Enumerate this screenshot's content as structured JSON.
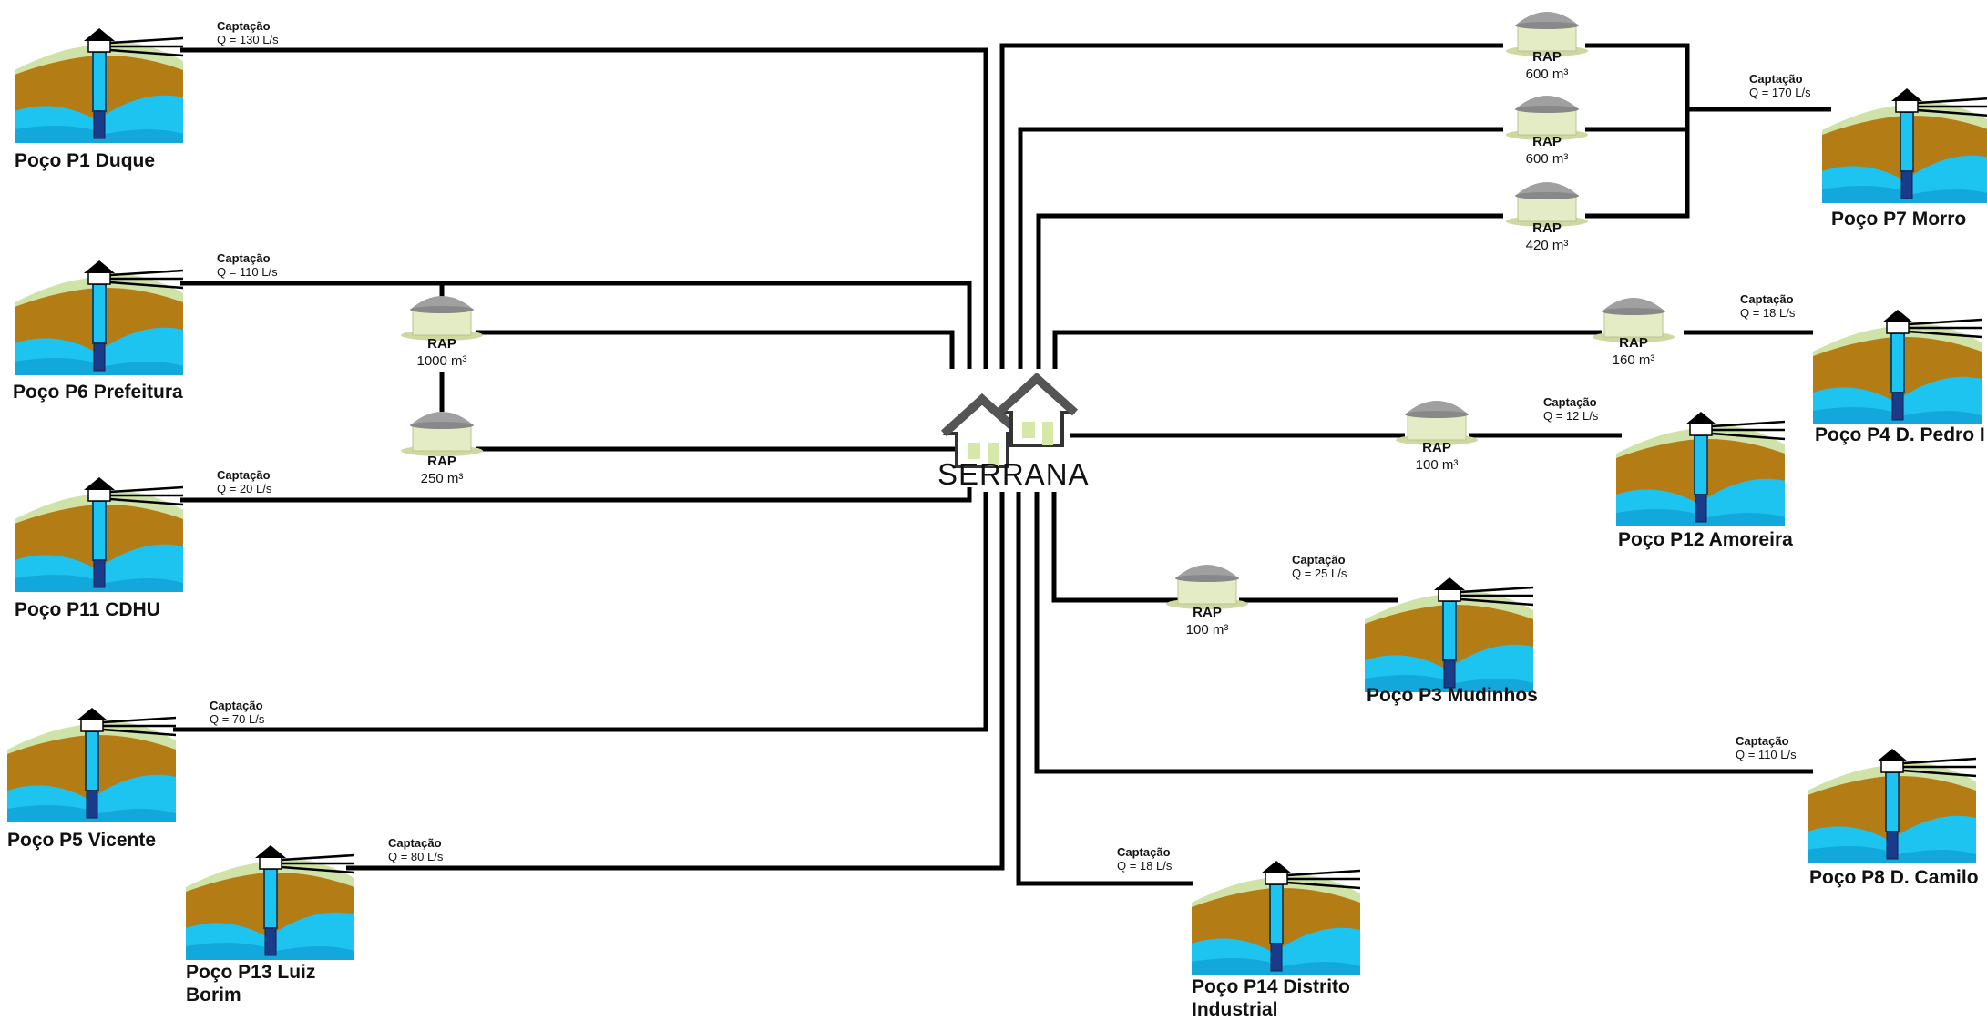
{
  "city": "SERRANA",
  "captacao_label": "Captação",
  "rap_label": "RAP",
  "wells": [
    {
      "id": "p1",
      "name": "Poço P1 Duque",
      "flow": "Q = 130 L/s"
    },
    {
      "id": "p6",
      "name": "Poço P6 Prefeitura",
      "flow": "Q = 110 L/s"
    },
    {
      "id": "p11",
      "name": "Poço P11 CDHU",
      "flow": "Q = 20 L/s"
    },
    {
      "id": "p5",
      "name": "Poço P5 Vicente",
      "flow": "Q = 70 L/s"
    },
    {
      "id": "p13",
      "name": "Poço P13 Luiz Borim",
      "flow": "Q = 80 L/s"
    },
    {
      "id": "p14",
      "name": "Poço P14 Distrito Industrial",
      "flow": "Q = 18 L/s"
    },
    {
      "id": "p3",
      "name": "Poço P3 Mudinhos",
      "flow": "Q = 25 L/s"
    },
    {
      "id": "p12",
      "name": "Poço P12 Amoreira",
      "flow": "Q = 12 L/s"
    },
    {
      "id": "p4",
      "name": "Poço P4 D. Pedro I",
      "flow": "Q = 18 L/s"
    },
    {
      "id": "p7",
      "name": "Poço P7 Morro",
      "flow": "Q = 170 L/s"
    },
    {
      "id": "p8",
      "name": "Poço P8 D. Camilo",
      "flow": "Q = 110 L/s"
    }
  ],
  "reservoirs": [
    {
      "id": "r1000",
      "volume": "1000 m³"
    },
    {
      "id": "r250",
      "volume": "250 m³"
    },
    {
      "id": "r600a",
      "volume": "600 m³"
    },
    {
      "id": "r600b",
      "volume": "600 m³"
    },
    {
      "id": "r420",
      "volume": "420 m³"
    },
    {
      "id": "r160",
      "volume": "160 m³"
    },
    {
      "id": "r100a",
      "volume": "100 m³"
    },
    {
      "id": "r100b",
      "volume": "100 m³"
    }
  ],
  "colors": {
    "pipe": "#000000",
    "water": "#1ec4f0",
    "soil": "#b07a12",
    "grass": "#cfe2a8",
    "tank": "#e3ecc4",
    "roof": "#a0a0a0"
  }
}
